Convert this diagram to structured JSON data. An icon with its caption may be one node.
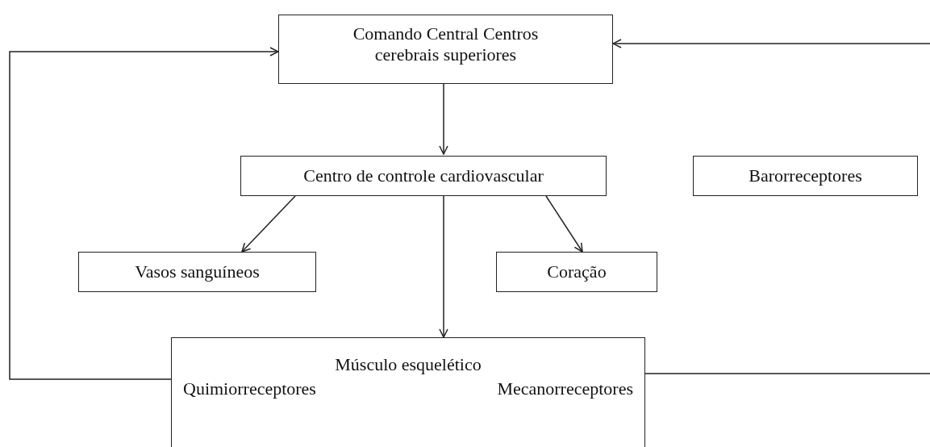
{
  "diagram": {
    "nodes": [
      {
        "text": [
          "Comando Central Centros cerebrais superiores"
        ]
      },
      {
        "text": [
          "Centro de controle cardiovascular"
        ]
      },
      {
        "text": [
          "Barorreceptores"
        ]
      },
      {
        "text": [
          "Vasos sanguíneos"
        ]
      },
      {
        "text": [
          "Coração"
        ]
      },
      {
        "text": [
          "Músculo esquelético",
          "Quimiorreceptores",
          "Mecanorreceptores"
        ]
      }
    ],
    "edges": [
      {
        "from": 0,
        "to": 1,
        "arrow": "to"
      },
      {
        "from": 1,
        "to": 3,
        "arrow": "to"
      },
      {
        "from": 1,
        "to": 4,
        "arrow": "to"
      },
      {
        "from": 1,
        "to": 5,
        "arrow": "to"
      },
      {
        "from": 5,
        "to": 0,
        "arrow": "to"
      },
      {
        "from": 5,
        "to": null,
        "arrow": "none"
      },
      {
        "from": null,
        "to": 0,
        "arrow": "to"
      }
    ]
  }
}
